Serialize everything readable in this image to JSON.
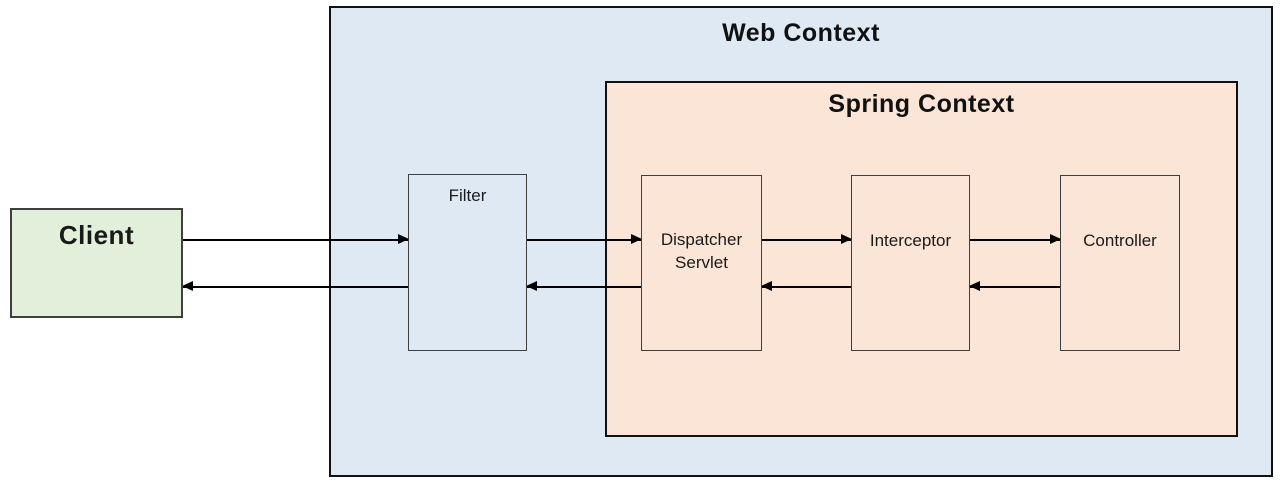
{
  "containers": {
    "web_context": {
      "title": "Web Context",
      "fill": "#dfe9f4",
      "border": "#111111"
    },
    "spring_context": {
      "title": "Spring Context",
      "fill": "#fbe5d6",
      "border": "#111111"
    }
  },
  "nodes": {
    "client": {
      "label": "Client",
      "fill": "#e2efda"
    },
    "filter": {
      "label": "Filter",
      "fill": "#dfe9f4"
    },
    "dispatcher_servlet": {
      "label": "Dispatcher Servlet",
      "fill": "#fbe5d6"
    },
    "interceptor": {
      "label": "Interceptor",
      "fill": "#fbe5d6"
    },
    "controller": {
      "label": "Controller",
      "fill": "#fbe5d6"
    }
  },
  "edges": [
    {
      "from": "Client",
      "to": "Filter",
      "direction": "forward"
    },
    {
      "from": "Filter",
      "to": "Dispatcher Servlet",
      "direction": "forward"
    },
    {
      "from": "Dispatcher Servlet",
      "to": "Interceptor",
      "direction": "forward"
    },
    {
      "from": "Interceptor",
      "to": "Controller",
      "direction": "forward"
    },
    {
      "from": "Controller",
      "to": "Interceptor",
      "direction": "return"
    },
    {
      "from": "Interceptor",
      "to": "Dispatcher Servlet",
      "direction": "return"
    },
    {
      "from": "Dispatcher Servlet",
      "to": "Filter",
      "direction": "return"
    },
    {
      "from": "Filter",
      "to": "Client",
      "direction": "return"
    }
  ],
  "colors": {
    "arrow": "#000000",
    "background": "#ffffff"
  }
}
